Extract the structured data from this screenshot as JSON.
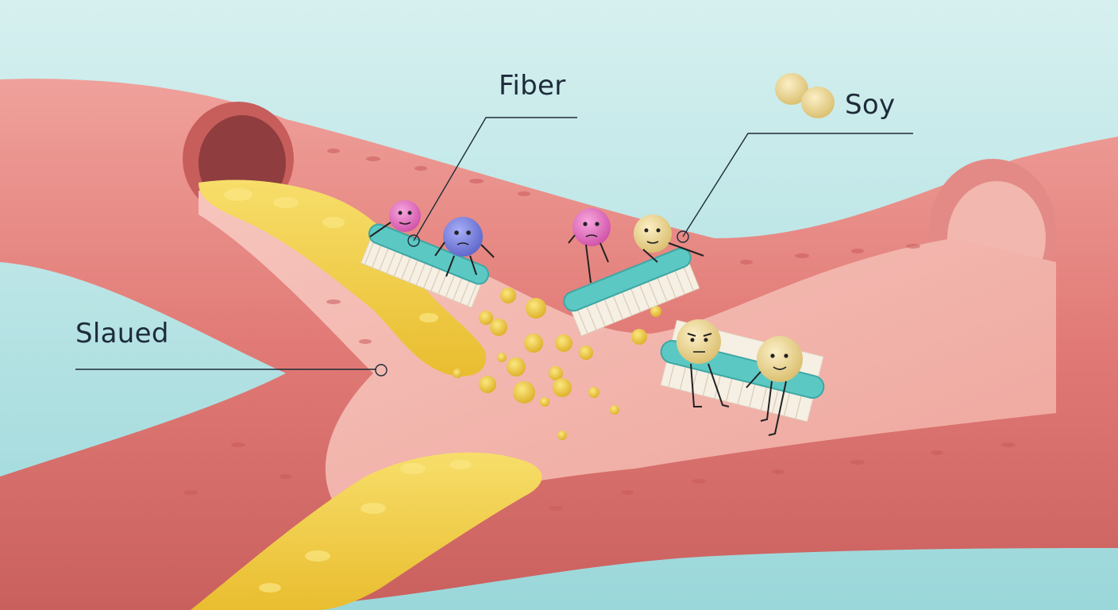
{
  "callouts": {
    "fiber": "Fiber",
    "soy": "Soy",
    "slaued": "Slaued"
  },
  "colors": {
    "background_top": "#d4efee",
    "background_bottom": "#9fd9dc",
    "artery_wall": "#e8837f",
    "artery_inner": "#f2b3ab",
    "plaque": "#f2cf45",
    "brush_handle": "#5cc8c4",
    "soy_bean": "#f0dc9e",
    "fiber_pink": "#e96fc0",
    "fiber_blue": "#7b84e6",
    "callout_line": "#1d2b3a"
  },
  "icons": [
    "soy-bean-icon",
    "brush-icon"
  ]
}
